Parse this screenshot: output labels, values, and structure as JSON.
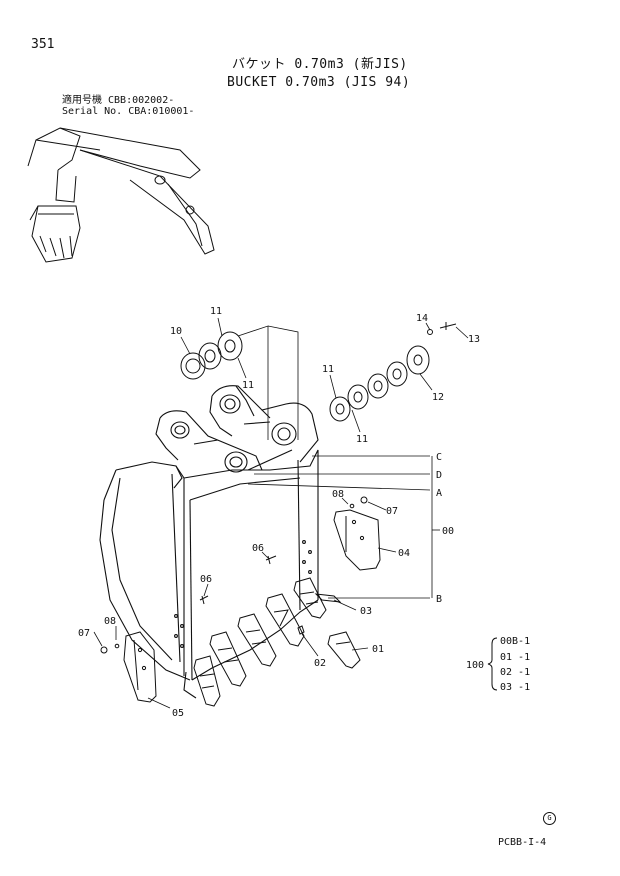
{
  "header": {
    "page_number": "351",
    "title_jp": "バケット 0.70m3 (新JIS)",
    "title_en": "BUCKET 0.70m3 (JIS 94)",
    "applicable_model": "適用号機 CBB:002002-",
    "serial_no": "Serial No. CBA:010001-"
  },
  "callouts": {
    "c13": "13",
    "c14": "14",
    "c12": "12",
    "c10": "10",
    "c11a": "11",
    "c11b": "11",
    "c11c": "11",
    "c11d": "11",
    "c08a": "08",
    "c07a": "07",
    "c04": "04",
    "c00": "00",
    "c06a": "06",
    "c06b": "06",
    "c03": "03",
    "c02": "02",
    "c01": "01",
    "c07b": "07",
    "c08b": "08",
    "c05": "05"
  },
  "reference_letters": {
    "C": "C",
    "D": "D",
    "A": "A",
    "B": "B"
  },
  "kit": {
    "number": "100",
    "items": [
      "00B-1",
      "01  -1",
      "02  -1",
      "03  -1"
    ]
  },
  "footer": {
    "code": "PCBB-I-4",
    "mark": "G"
  }
}
